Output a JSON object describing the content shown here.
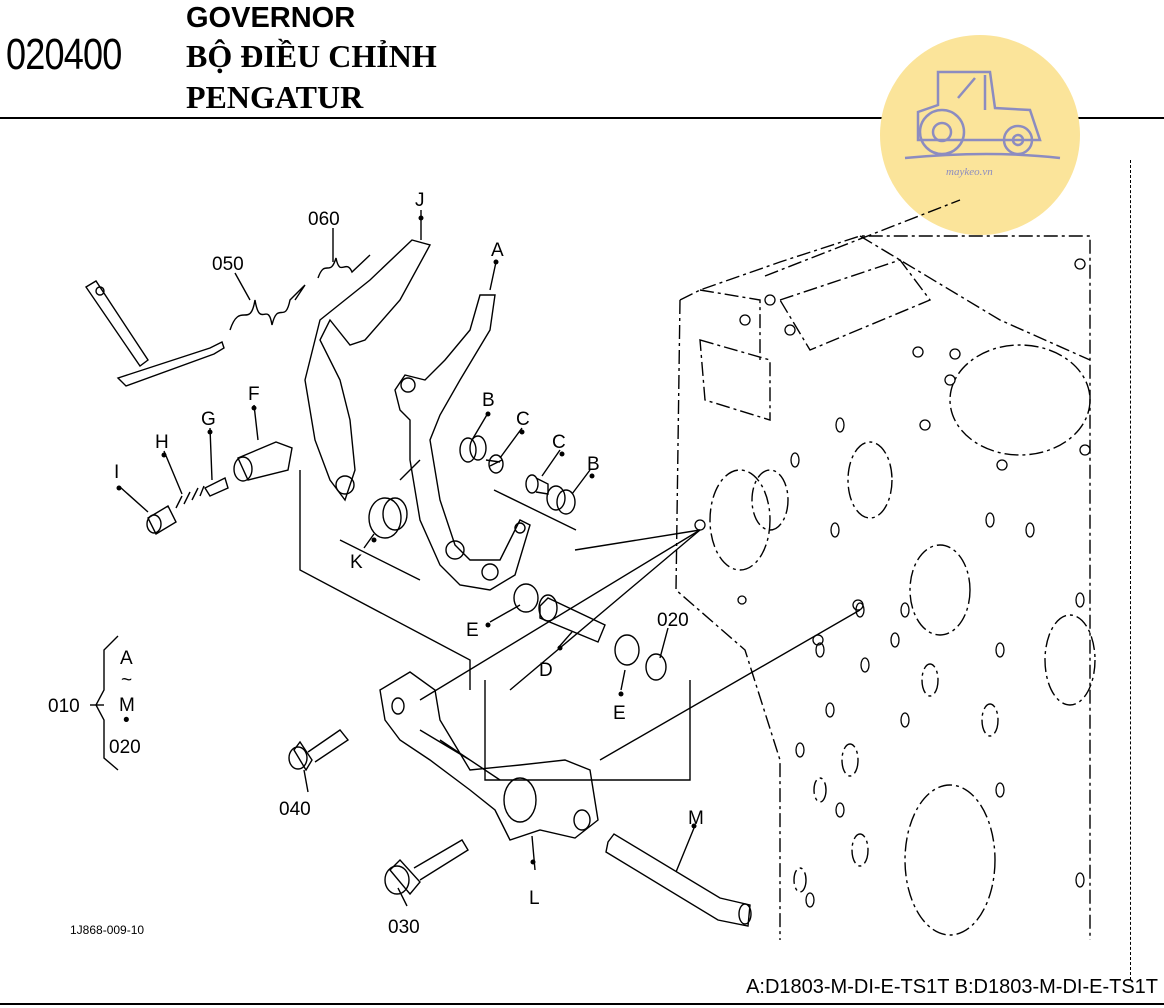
{
  "header": {
    "section_code": "020400",
    "title_en": "GOVERNOR",
    "title_vi": "BỘ ĐIỀU CHỈNH",
    "title_id": "PENGATUR"
  },
  "logo": {
    "text": "maykeo.vn",
    "icon": "tractor-icon",
    "color": "#fbe49a"
  },
  "parts": {
    "p060": "060",
    "pJ": "J",
    "p050": "050",
    "pA": "A",
    "pF": "F",
    "pG": "G",
    "pH": "H",
    "pI": "I",
    "pB1": "B",
    "pC1": "C",
    "pC2": "C",
    "pB2": "B",
    "pK": "K",
    "pE1": "E",
    "pD": "D",
    "p020": "020",
    "pE2": "E",
    "p040": "040",
    "pM": "M",
    "pL": "L",
    "p030": "030"
  },
  "assembly": {
    "ref": "010",
    "from": "A",
    "tilde": "~",
    "to": "M",
    "dot": "•",
    "plus": "020"
  },
  "drawing_code": "1J868-009-10",
  "footer": "A:D1803-M-DI-E-TS1T B:D1803-M-DI-E-TS1T"
}
